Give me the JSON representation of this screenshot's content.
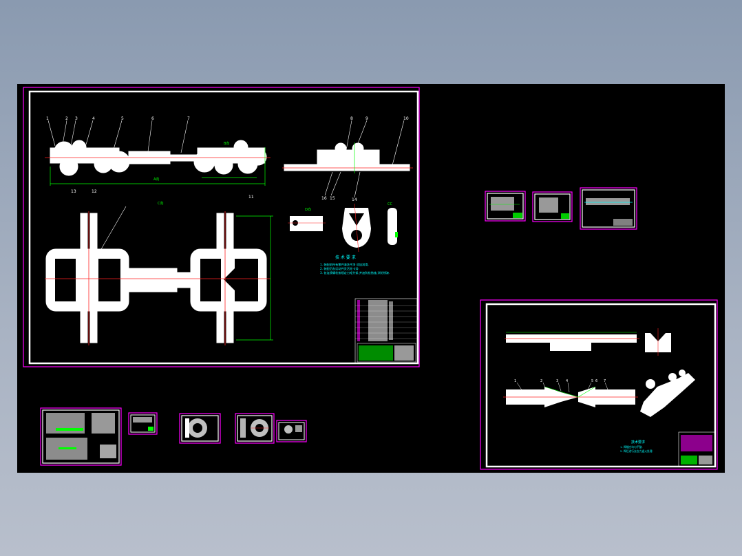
{
  "viewport": {
    "background_top": "#8a9ab0",
    "background_bottom": "#b8bfcc",
    "model_space": "#000000"
  },
  "colors": {
    "sheet_border": "#ff00ff",
    "geometry": "#ffffff",
    "centerline": "#ff2020",
    "dimension": "#00ff00",
    "note_text": "#00ffff"
  },
  "main_sheet": {
    "callouts_top": [
      "1",
      "2",
      "3",
      "4",
      "5",
      "6",
      "7"
    ],
    "callouts_right": [
      "8",
      "9",
      "10"
    ],
    "callouts_bottom": [
      "13",
      "12",
      "11"
    ],
    "callouts_right_bottom": [
      "16",
      "15",
      "14"
    ],
    "view_label_a": "A向",
    "view_label_b": "B向",
    "view_label_c": "C向",
    "view_label_d": "D向",
    "notes_title": "技 术 要 求",
    "notes": [
      "1. 装配前所有零件清洗干净 须加润滑.",
      "2. 装配后各运动件灵活无卡滞.",
      "3. 各连接螺栓按规定力矩拧紧,并加防松措施,涂防锈漆."
    ]
  },
  "second_sheet": {
    "callouts": [
      "1",
      "2",
      "3",
      "4",
      "5",
      "6",
      "7"
    ],
    "notes_title": "技术要求",
    "notes": [
      "1. 焊缝应均匀平整.",
      "2. 焊后进行去应力退火处理."
    ]
  },
  "thumbnails": [
    "small-sheet-1",
    "small-sheet-2",
    "small-sheet-3",
    "small-sheet-4",
    "small-sheet-5",
    "small-sheet-6",
    "small-sheet-7",
    "small-sheet-8"
  ]
}
